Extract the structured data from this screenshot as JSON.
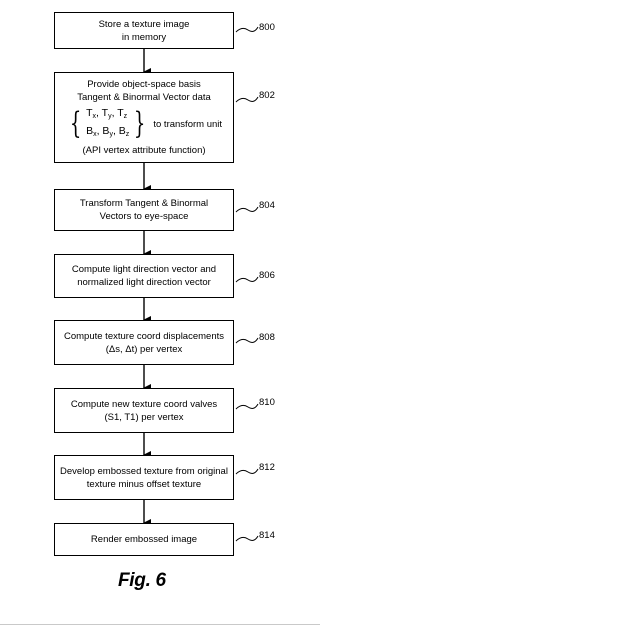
{
  "steps": [
    {
      "id": "800",
      "lines": [
        "Store a texture image",
        "in memory"
      ]
    },
    {
      "id": "802",
      "lines": [
        "Provide object-space basis",
        "Tangent & Binormal Vector data"
      ],
      "vectors": {
        "row1": [
          "T",
          "x",
          ", T",
          "y",
          ", T",
          "z"
        ],
        "row2": [
          "B",
          "x",
          ", B",
          "y",
          ", B",
          "z"
        ],
        "tail": "to transform unit"
      },
      "footer": "(API vertex attribute function)"
    },
    {
      "id": "804",
      "lines": [
        "Transform Tangent & Binormal",
        "Vectors to eye-space"
      ]
    },
    {
      "id": "806",
      "lines": [
        "Compute light direction vector and",
        "normalized light direction vector"
      ]
    },
    {
      "id": "808",
      "lines": [
        "Compute texture coord displacements",
        "(Δs, Δt) per vertex"
      ]
    },
    {
      "id": "810",
      "lines": [
        "Compute new texture coord valves",
        "(S1, T1) per vertex"
      ]
    },
    {
      "id": "812",
      "lines": [
        "Develop embossed texture from original",
        "texture minus offset texture"
      ]
    },
    {
      "id": "814",
      "lines": [
        "Render embossed image"
      ]
    }
  ],
  "figure_caption": "Fig. 6"
}
